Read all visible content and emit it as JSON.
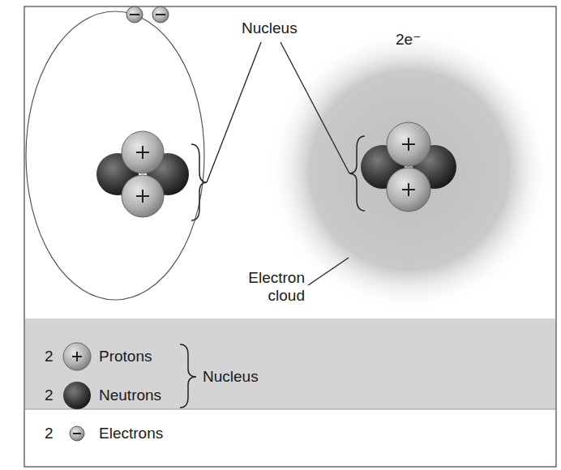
{
  "diagram": {
    "labels": [
      "Nucleus",
      "2e⁻",
      "Electron cloud",
      "2",
      "2",
      "Nucleus",
      "2"
    ],
    "legend": [
      {
        "text": "Protons"
      },
      {
        "text": "Neutrons"
      },
      {
        "text": "Electrons"
      }
    ]
  }
}
